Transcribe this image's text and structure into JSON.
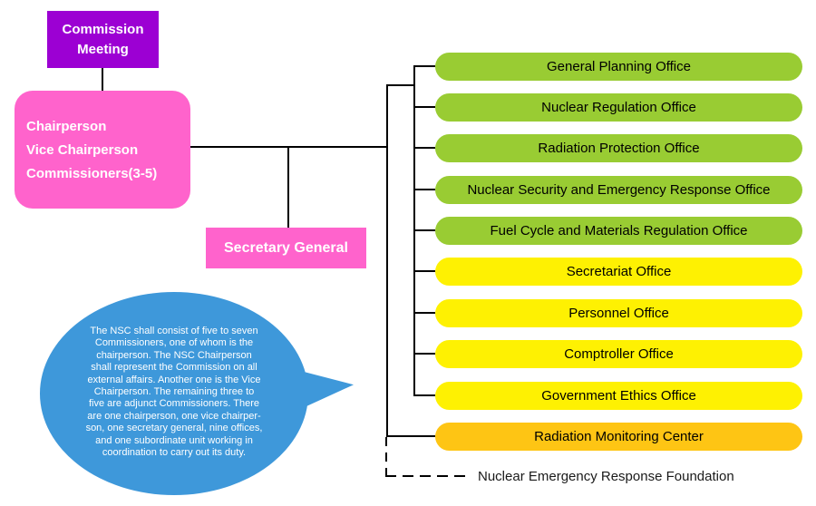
{
  "palette": {
    "purple": "#9c00d3",
    "pink": "#ff63cc",
    "green": "#99cc33",
    "yellow": "#fef102",
    "gold": "#fec514",
    "blue": "#3e98da",
    "line": "#000000"
  },
  "commission_meeting": {
    "label": "Commission Meeting"
  },
  "leadership": {
    "lines": [
      "Chairperson",
      "Vice Chairperson",
      "Commissioners(3-5)"
    ]
  },
  "secretary_general": {
    "label": "Secretary General"
  },
  "offices": [
    {
      "label": "General Planning Office",
      "color": "#99cc33"
    },
    {
      "label": "Nuclear Regulation Office",
      "color": "#99cc33"
    },
    {
      "label": "Radiation Protection Office",
      "color": "#99cc33"
    },
    {
      "label": "Nuclear Security and Emergency Response Office",
      "color": "#99cc33"
    },
    {
      "label": "Fuel Cycle and Materials Regulation Office",
      "color": "#99cc33"
    },
    {
      "label": "Secretariat Office",
      "color": "#fef102"
    },
    {
      "label": "Personnel Office",
      "color": "#fef102"
    },
    {
      "label": "Comptroller Office",
      "color": "#fef102"
    },
    {
      "label": "Government Ethics Office",
      "color": "#fef102"
    },
    {
      "label": "Radiation Monitoring Center",
      "color": "#fec514"
    }
  ],
  "foundation": {
    "label": "Nuclear Emergency Response Foundation"
  },
  "note_bubble": {
    "text": "The NSC shall consist of five to seven\nCommissioners, one of whom is the\nchairperson. The NSC Chairperson\nshall represent the Commission on all\nexternal affairs. Another one is the Vice\nChairperson. The remaining three to\nfive are adjunct Commissioners. There\nare one chairperson, one vice chairper-\nson, one secretary general, nine offices,\nand one subordinate unit working in\ncoordination to carry out its duty."
  }
}
